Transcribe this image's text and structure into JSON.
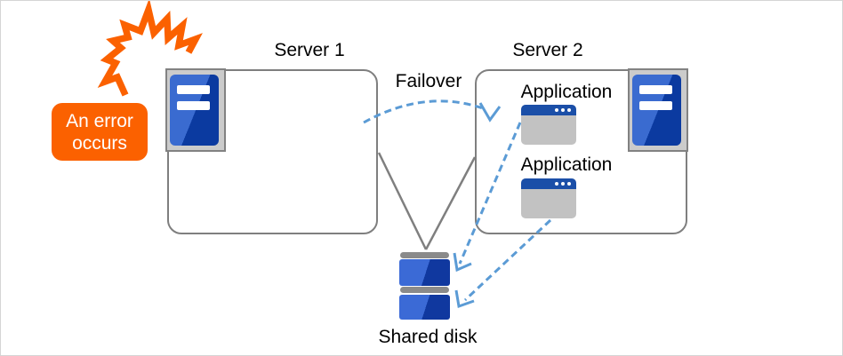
{
  "colors": {
    "accent_orange": "#fb6100",
    "line_gray": "#7f7f7f",
    "plate_gray": "#cbcbcb",
    "server_blue_light": "#3a6bd0",
    "server_blue_dark": "#0b3aa0",
    "app_titlebar_blue": "#1b4fa8",
    "app_body_gray": "#c2c2c2",
    "disk_cap_gray": "#8a8a8a",
    "arrow_blue": "#5b9bd5",
    "text_black": "#000000",
    "error_text_white": "#ffffff"
  },
  "error_callout": {
    "line1": "An error",
    "line2": "occurs",
    "icon": "error-burst-icon"
  },
  "server1": {
    "label": "Server 1",
    "icon": "server-tower-icon"
  },
  "server2": {
    "label": "Server 2",
    "icon": "server-tower-icon",
    "applications": [
      {
        "label": "Application",
        "icon": "application-window-icon"
      },
      {
        "label": "Application",
        "icon": "application-window-icon"
      }
    ]
  },
  "failover": {
    "label": "Failover",
    "icon": "dashed-arc-arrow-icon"
  },
  "shared_disk": {
    "label": "Shared disk",
    "icon": "disk-stack-icon"
  }
}
